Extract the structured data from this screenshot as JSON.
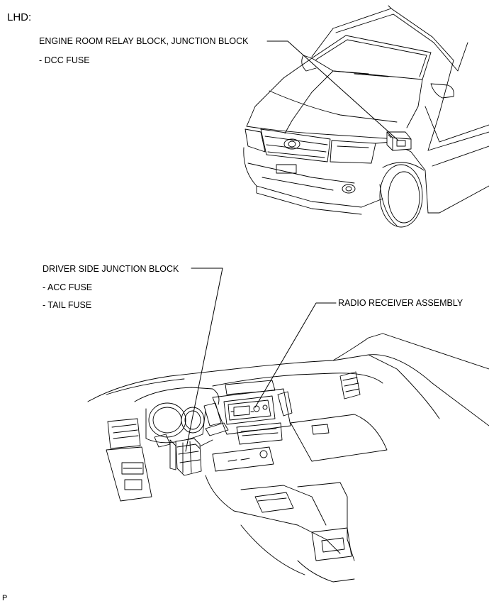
{
  "header": {
    "title": "LHD:"
  },
  "labels": {
    "engine_room": "ENGINE ROOM RELAY BLOCK, JUNCTION BLOCK",
    "dcc_fuse": "- DCC FUSE",
    "driver_side": "DRIVER SIDE JUNCTION BLOCK",
    "acc_fuse": "- ACC FUSE",
    "tail_fuse": "- TAIL FUSE",
    "radio": "RADIO RECEIVER ASSEMBLY"
  },
  "footer": {
    "code": "P"
  }
}
